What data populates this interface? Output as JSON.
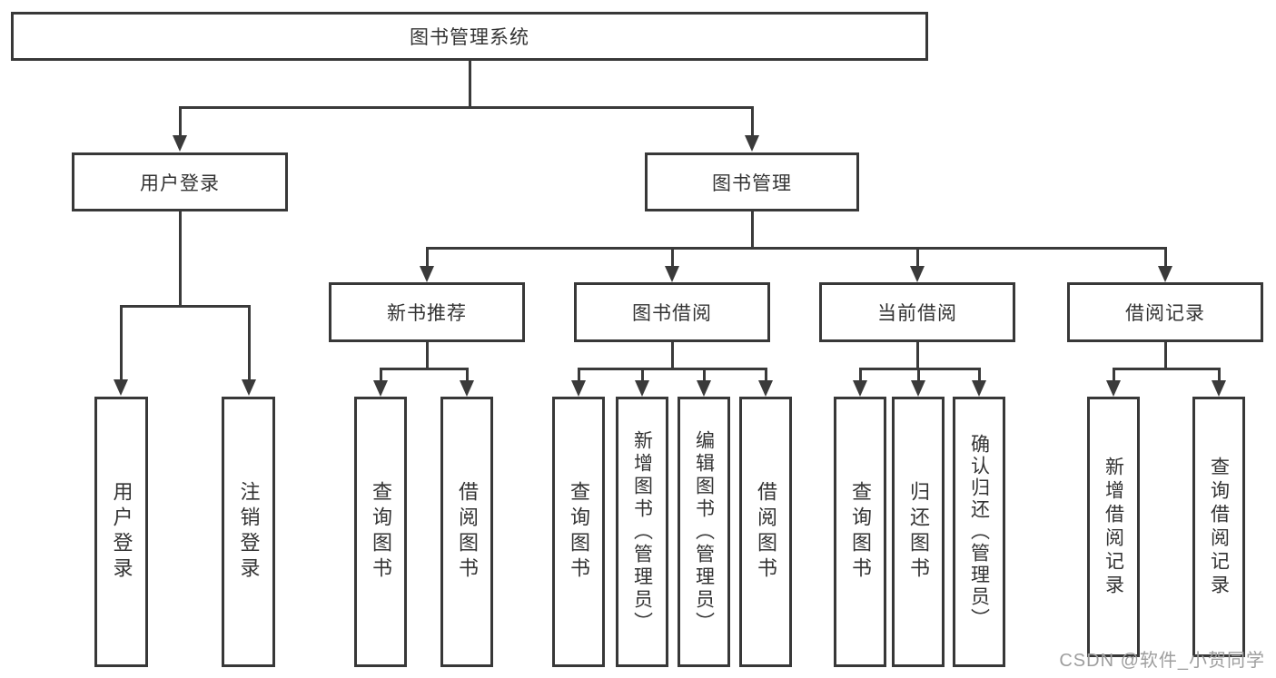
{
  "diagram": {
    "root": "图书管理系统",
    "level2": {
      "user_login": "用户登录",
      "book_mgmt": "图书管理"
    },
    "level3": {
      "new_books": "新书推荐",
      "book_borrow": "图书借阅",
      "current_borrow": "当前借阅",
      "borrow_records": "借阅记录"
    },
    "leaves": {
      "user_login": [
        "用户登录",
        "注销登录"
      ],
      "new_books": [
        "查询图书",
        "借阅图书"
      ],
      "book_borrow": [
        "查询图书",
        "新增图书（管理员）",
        "编辑图书（管理员）",
        "借阅图书"
      ],
      "current_borrow": [
        "查询图书",
        "归还图书",
        "确认归还（管理员）"
      ],
      "borrow_records": [
        "新增借阅记录",
        "查询借阅记录"
      ]
    },
    "colors": {
      "line": "#3a3a3a",
      "box_border": "#383838",
      "text": "#333333",
      "background": "#ffffff",
      "watermark": "#9e9e9e"
    },
    "watermark": "CSDN @软件_小贺同学"
  }
}
